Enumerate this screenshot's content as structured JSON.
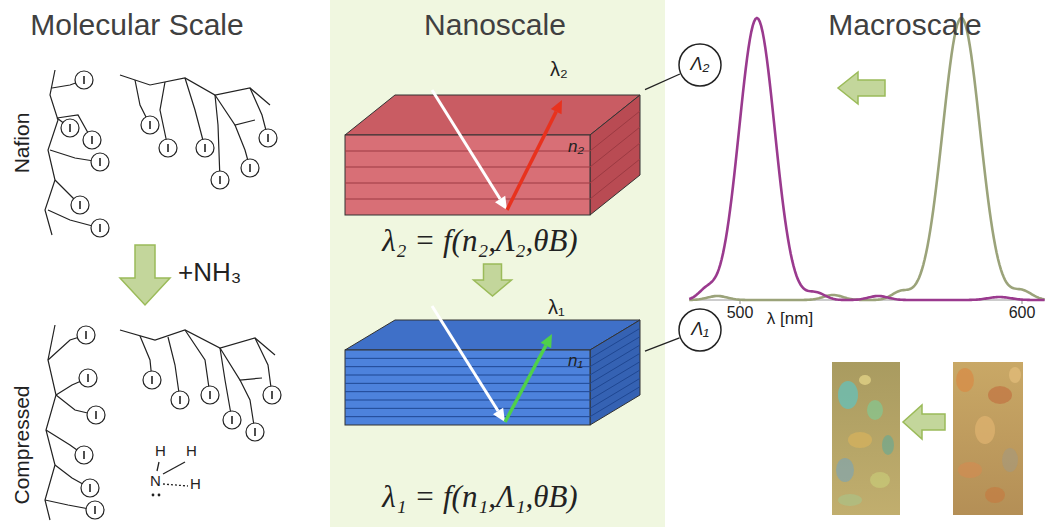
{
  "diagram": {
    "nodes": [
      {
        "text": [
          "λ₂",
          "n₂",
          "λ₂ = f(n₂,Λ₂,θB)"
        ]
      },
      {
        "text": [
          "Λ₂"
        ]
      },
      {
        "text": [
          "λ₁",
          "n₁",
          "λ₁ = f(n₁,Λ₁,θB)"
        ]
      },
      {
        "text": [
          "Λ₁"
        ]
      }
    ],
    "edges": [
      {
        "from": 0,
        "to": 2,
        "arrow": "to"
      },
      {
        "from": 1,
        "to": 0,
        "arrow": "none"
      },
      {
        "from": 3,
        "to": 2,
        "arrow": "none"
      }
    ],
    "labels": [
      "Molecular Scale",
      "Nafion",
      "+NH₃",
      "H",
      "H",
      "N",
      "H",
      "Compressed",
      "Nanoscale",
      "Macroscale",
      "500",
      "λ [nm]",
      "600"
    ]
  }
}
